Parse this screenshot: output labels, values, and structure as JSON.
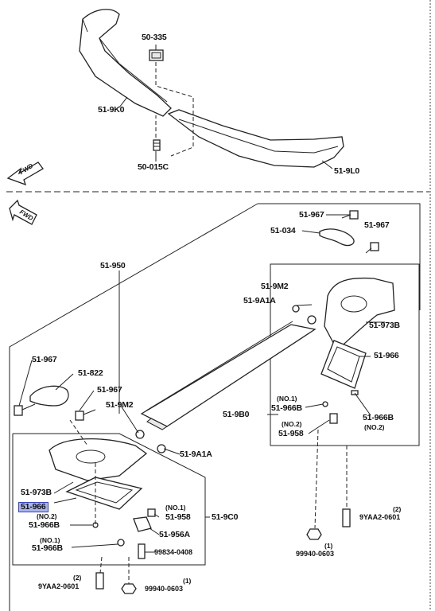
{
  "top_section": {
    "fwd": "FWD",
    "labels": {
      "clip_50_335": "50-335",
      "lip_left": "51-9K0",
      "screw": "50-015C",
      "lip_right": "51-9L0"
    }
  },
  "bottom_section": {
    "fwd": "FWD",
    "labels": {
      "bolt_a": "51-967",
      "bracket_034": "51-034",
      "bolt_b": "51-967",
      "spoiler": "51-950",
      "pad_right": "51-9M2",
      "clip_right": "51-9A1A",
      "cover_right": "51-973B",
      "gasket_right": "51-966",
      "washer1_right": "51-966B",
      "washer1_right_no": "(NO.1)",
      "screw_right": "51-958",
      "screw_right_no": "(NO.2)",
      "washer2_right": "51-966B",
      "washer2_right_no": "(NO.2)",
      "right_assy": "51-9B0",
      "bolt_left": "51-967",
      "bracket_822": "51-822",
      "bolt_c": "51-967",
      "pad_left": "51-9M2",
      "clip_left": "51-9A1A",
      "cover_left": "51-973B",
      "gasket_left": "51-966",
      "gasket_left_no": "(NO.2)",
      "washer2_left": "51-966B",
      "washer1_left_no": "(NO.1)",
      "washer1_left": "51-966B",
      "screw_left_no": "(NO.1)",
      "screw_left": "51-958",
      "nut_956a": "51-956A",
      "bolt_99834": "99834-0408",
      "left_assy": "51-9C0",
      "nut_right": "99940-0603",
      "nut_right_qty": "(1)",
      "bolt_right": "9YAA2-0601",
      "bolt_right_qty": "(2)",
      "bolt_left_bottom": "9YAA2-0601",
      "bolt_left_bottom_qty": "(2)",
      "nut_left": "99940-0603",
      "nut_left_qty": "(1)"
    }
  }
}
